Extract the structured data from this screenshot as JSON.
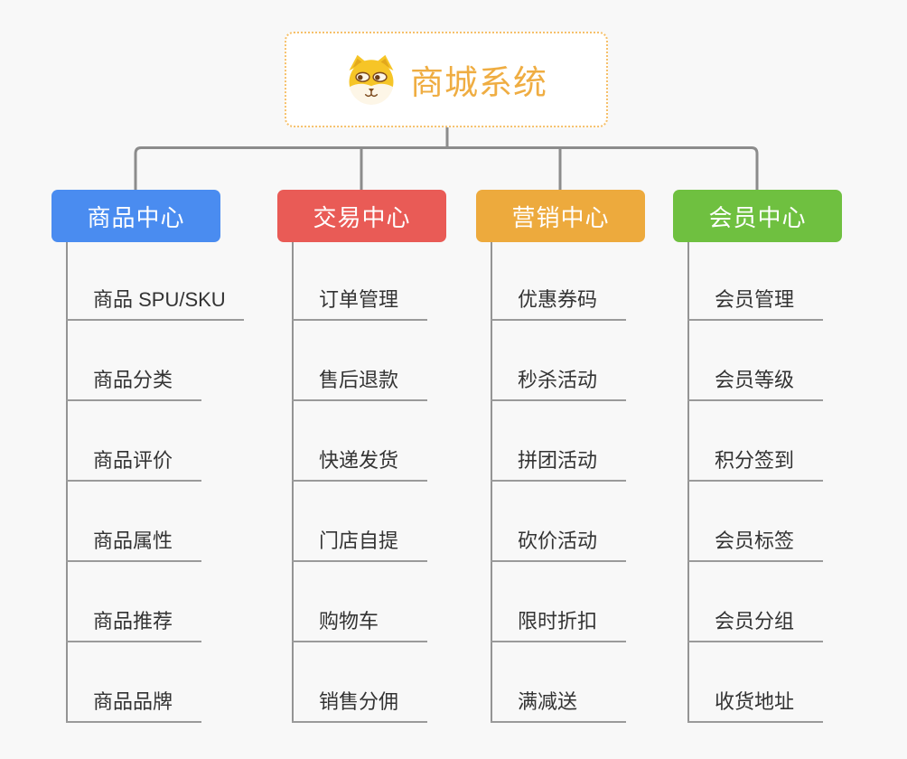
{
  "page": {
    "background_color": "#f8f8f8",
    "connector_color": "#8c8c8c",
    "underline_color": "#9a9a9a",
    "item_text_color": "#333333"
  },
  "root": {
    "title": "商城系统",
    "icon": "dog-face-icon",
    "title_color": "#efad42",
    "border_color": "#f6c06a"
  },
  "branches": [
    {
      "label": "商品中心",
      "color": "#4a8cf0",
      "items": [
        "商品 SPU/SKU",
        "商品分类",
        "商品评价",
        "商品属性",
        "商品推荐",
        "商品品牌"
      ]
    },
    {
      "label": "交易中心",
      "color": "#e95b56",
      "items": [
        "订单管理",
        "售后退款",
        "快递发货",
        "门店自提",
        "购物车",
        "销售分佣"
      ]
    },
    {
      "label": "营销中心",
      "color": "#edaa3d",
      "items": [
        "优惠券码",
        "秒杀活动",
        "拼团活动",
        "砍价活动",
        "限时折扣",
        "满减送"
      ]
    },
    {
      "label": "会员中心",
      "color": "#6fc040",
      "items": [
        "会员管理",
        "会员等级",
        "积分签到",
        "会员标签",
        "会员分组",
        "收货地址"
      ]
    }
  ]
}
